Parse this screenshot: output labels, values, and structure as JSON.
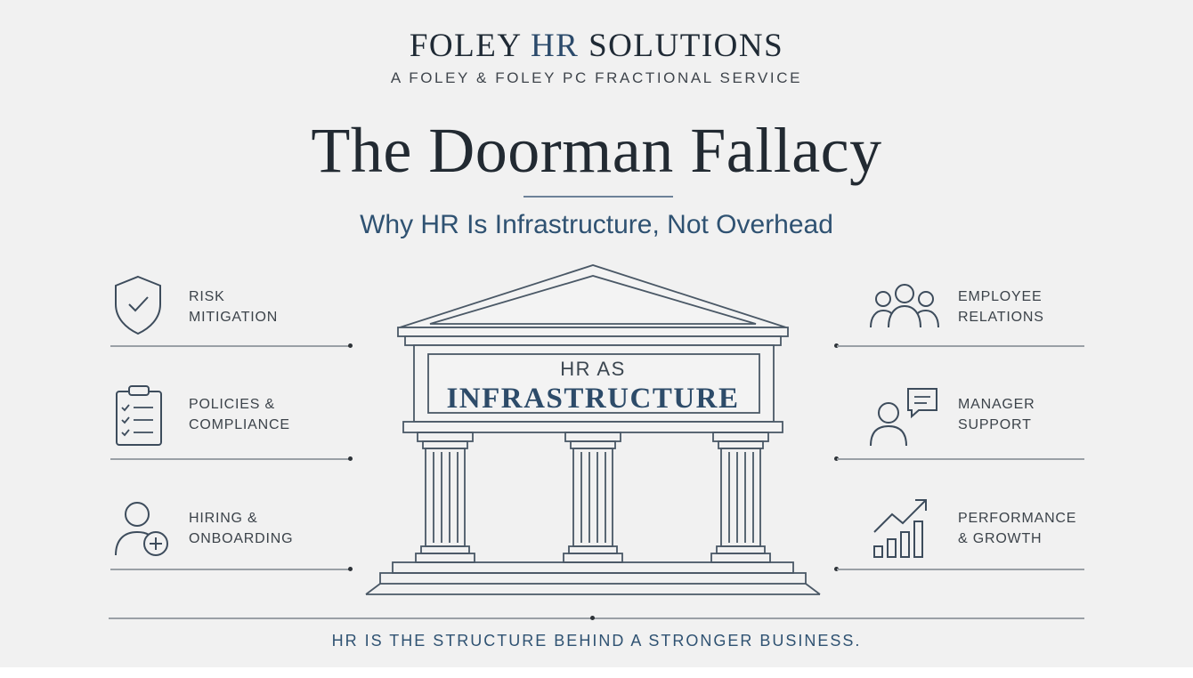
{
  "header": {
    "brand_prefix": "FOLEY ",
    "brand_highlight": "HR",
    "brand_suffix": " SOLUTIONS",
    "tagline": "A FOLEY & FOLEY PC FRACTIONAL SERVICE"
  },
  "title": "The Doorman Fallacy",
  "subtitle": "Why HR Is Infrastructure, Not Overhead",
  "left_items": [
    {
      "line1": "RISK",
      "line2": "MITIGATION",
      "icon": "shield-check-icon"
    },
    {
      "line1": "POLICIES &",
      "line2": "COMPLIANCE",
      "icon": "clipboard-checklist-icon"
    },
    {
      "line1": "HIRING &",
      "line2": "ONBOARDING",
      "icon": "add-person-icon"
    }
  ],
  "right_items": [
    {
      "line1": "EMPLOYEE",
      "line2": "RELATIONS",
      "icon": "people-group-icon"
    },
    {
      "line1": "MANAGER",
      "line2": "SUPPORT",
      "icon": "person-chat-icon"
    },
    {
      "line1": "PERFORMANCE",
      "line2": "& GROWTH",
      "icon": "growth-chart-icon"
    }
  ],
  "temple": {
    "line1": "HR AS",
    "line2": "INFRASTRUCTURE"
  },
  "footer": "HR IS THE STRUCTURE BEHIND A STRONGER BUSINESS.",
  "colors": {
    "background": "#f1f1f1",
    "accent_blue": "#2f5272",
    "dark_text": "#222a32",
    "line_gray": "#9aa0a6"
  }
}
